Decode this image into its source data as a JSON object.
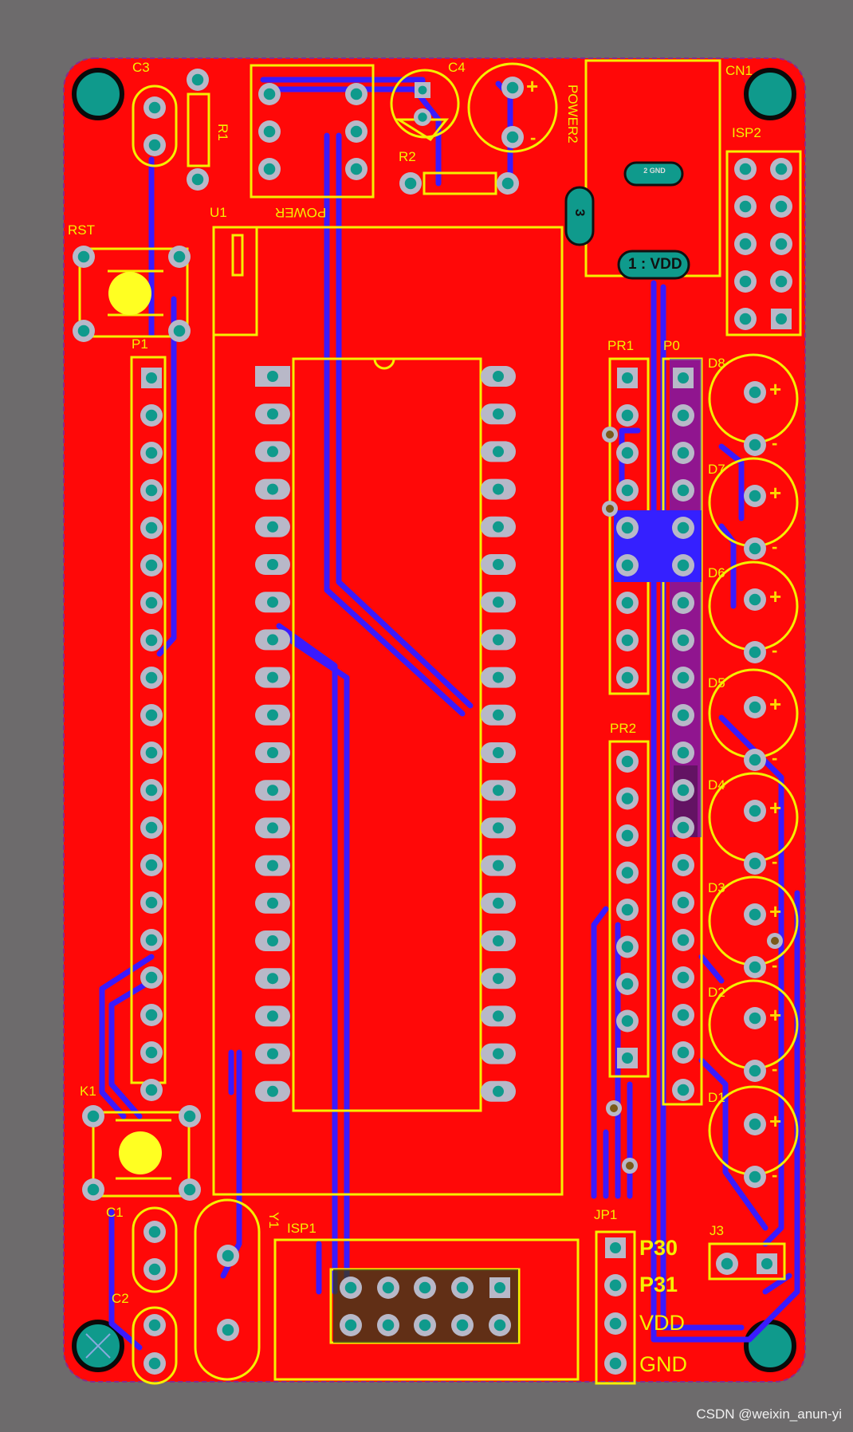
{
  "labels": {
    "c3": "C3",
    "r1": "R1",
    "c4": "C4",
    "r2": "R2",
    "power": "POWER",
    "power2": "POWER2",
    "cn1": "CN1",
    "isp2": "ISP2",
    "rst": "RST",
    "u1": "U1",
    "p1": "P1",
    "pr1": "PR1",
    "p0": "P0",
    "pr2": "PR2",
    "k1": "K1",
    "c1": "C1",
    "c2": "C2",
    "y1": "Y1",
    "isp1": "ISP1",
    "jp1": "JP1",
    "j3": "J3",
    "d1": "D1",
    "d2": "D2",
    "d3": "D3",
    "d4": "D4",
    "d5": "D5",
    "d6": "D6",
    "d7": "D7",
    "d8": "D8"
  },
  "jp1_pins": [
    "P30",
    "P31",
    "VDD",
    "GND"
  ],
  "power_pads": {
    "vdd": "1 : VDD",
    "gnd": "2 GND",
    "three": "3"
  },
  "polarity": {
    "plus": "+",
    "minus": "-"
  },
  "watermark": "CSDN @weixin_anun-yi"
}
